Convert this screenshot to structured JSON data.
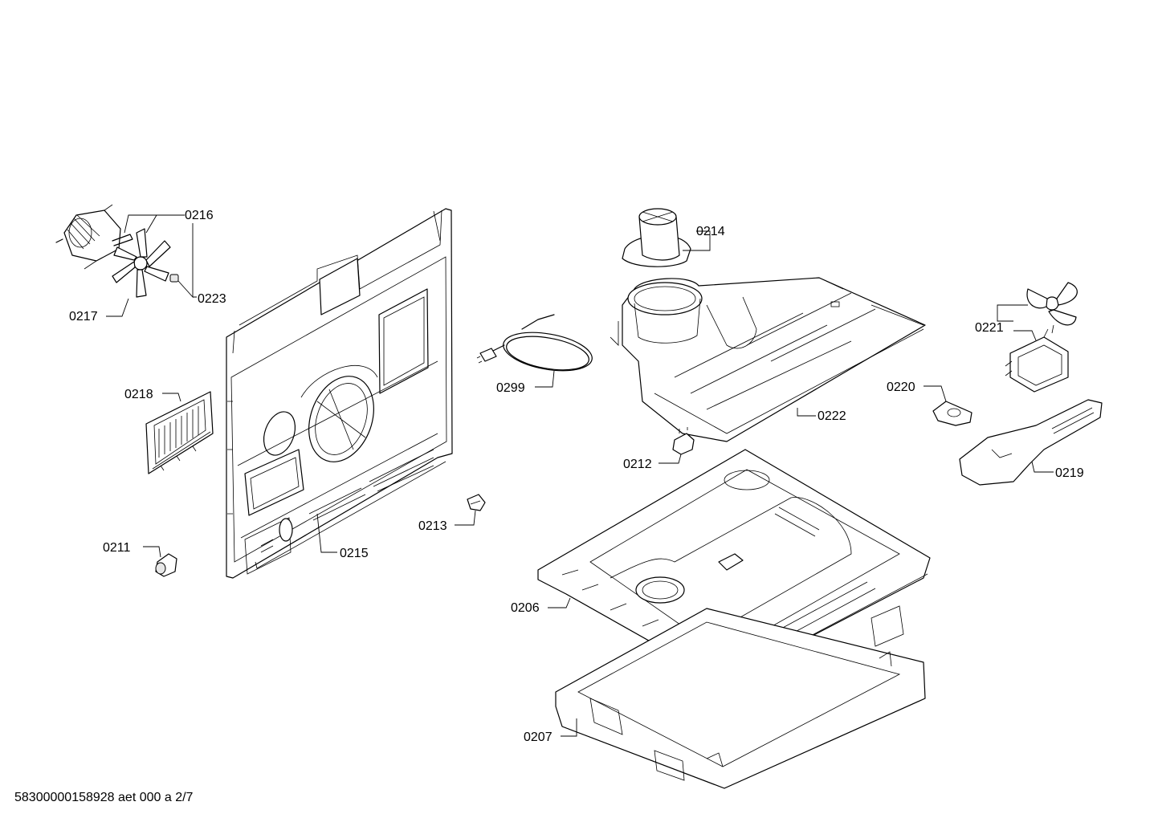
{
  "part_labels": {
    "p0206": "0206",
    "p0207": "0207",
    "p0211": "0211",
    "p0212": "0212",
    "p0213": "0213",
    "p0214": "0214",
    "p0215": "0215",
    "p0216": "0216",
    "p0217": "0217",
    "p0218": "0218",
    "p0219": "0219",
    "p0220": "0220",
    "p0221": "0221",
    "p0222": "0222",
    "p0223": "0223",
    "p0299": "0299"
  },
  "footer": {
    "doc_id": "58300000158928 aet 000 a 2/7"
  }
}
